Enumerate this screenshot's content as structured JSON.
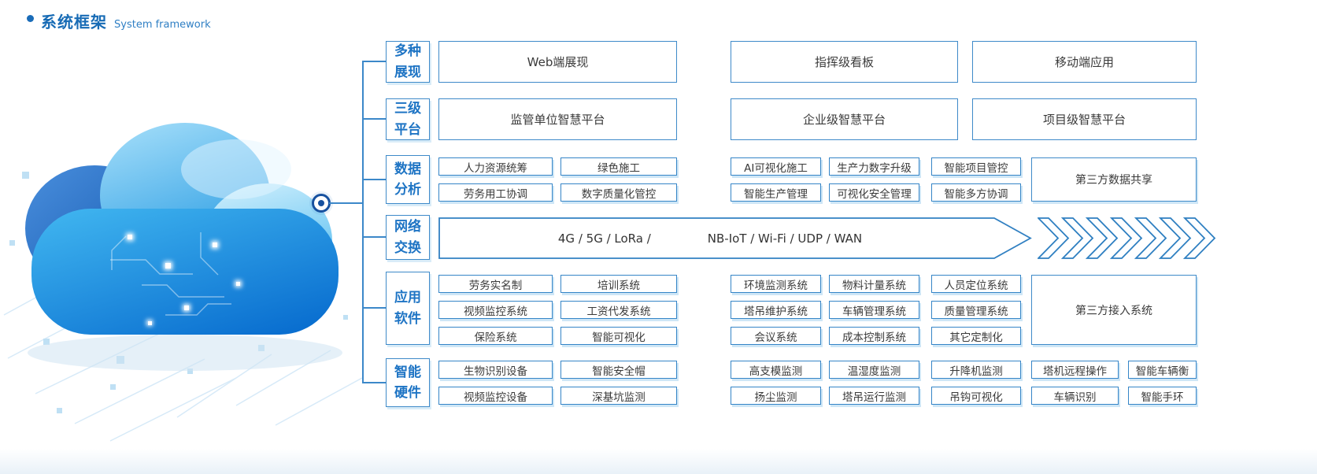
{
  "title": {
    "zh": "系统框架",
    "en": "System framework"
  },
  "colors": {
    "accent": "#1a6cb8",
    "line": "#3c88c9",
    "border": "#3e8ac9",
    "box_text": "#3a3a3a"
  },
  "rows": [
    {
      "label": "多种展现",
      "boxes": [
        "Web端展现",
        "指挥级看板",
        "移动端应用"
      ]
    },
    {
      "label": "三级平台",
      "boxes": [
        "监管单位智慧平台",
        "企业级智慧平台",
        "项目级智慧平台"
      ]
    },
    {
      "label": "数据分析",
      "grid": [
        [
          "人力资源统筹",
          "绿色施工",
          "AI可视化施工",
          "生产力数字升级",
          "智能项目管控"
        ],
        [
          "劳务用工协调",
          "数字质量化管控",
          "智能生产管理",
          "可视化安全管理",
          "智能多方协调"
        ]
      ],
      "span": "第三方数据共享"
    },
    {
      "label": "网络交换",
      "band": {
        "left": "4G / 5G / LoRa /",
        "right": "NB-IoT / Wi-Fi / UDP / WAN"
      }
    },
    {
      "label": "应用软件",
      "grid": [
        [
          "劳务实名制",
          "培训系统",
          "环境监测系统",
          "物料计量系统",
          "人员定位系统"
        ],
        [
          "视频监控系统",
          "工资代发系统",
          "塔吊维护系统",
          "车辆管理系统",
          "质量管理系统"
        ],
        [
          "保险系统",
          "智能可视化",
          "会议系统",
          "成本控制系统",
          "其它定制化"
        ]
      ],
      "span": "第三方接入系统"
    },
    {
      "label": "智能硬件",
      "grid": [
        [
          "生物识别设备",
          "智能安全帽",
          "高支模监测",
          "温湿度监测",
          "升降机监测",
          "塔机远程操作",
          "智能车辆衡"
        ],
        [
          "视频监控设备",
          "深基坑监测",
          "扬尘监测",
          "塔吊运行监测",
          "吊钩可视化",
          "车辆识别",
          "智能手环"
        ]
      ]
    }
  ]
}
